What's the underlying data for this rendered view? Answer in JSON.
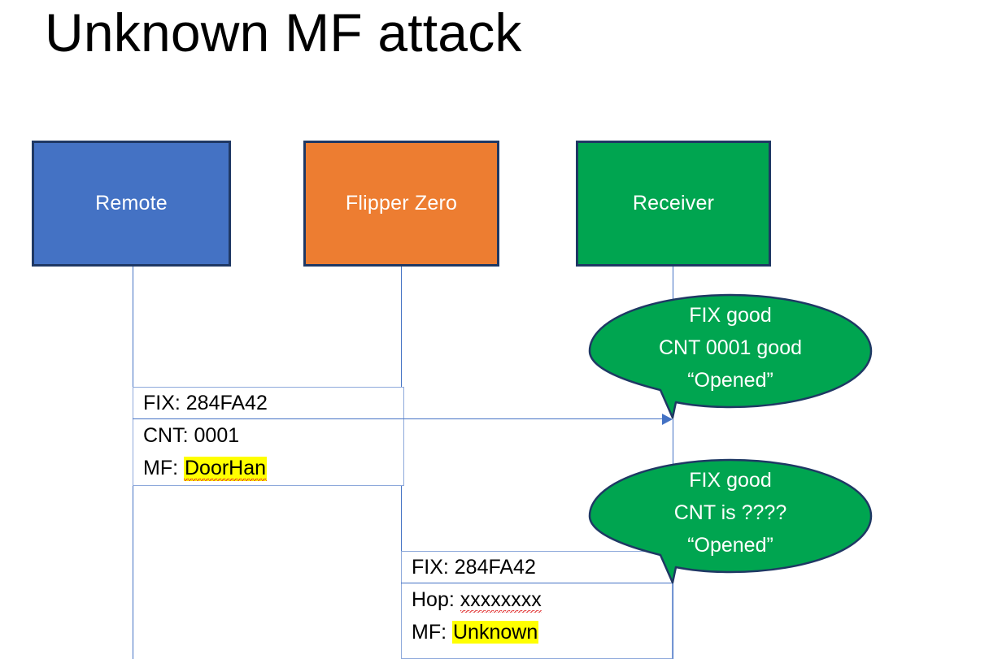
{
  "slide": {
    "title": "Unknown MF attack",
    "background": "#FFFFFF"
  },
  "colors": {
    "remote_fill": "#4472C4",
    "flipper_fill": "#ED7D31",
    "receiver_fill": "#00A550",
    "box_border": "#1F3864",
    "line": "#4472C4",
    "highlight": "#FFFF00",
    "spell_error": "#E03030",
    "text_light": "#FFFFFF",
    "text_dark": "#000000"
  },
  "actors": [
    {
      "id": "remote",
      "label": "Remote"
    },
    {
      "id": "flipper",
      "label": "Flipper Zero"
    },
    {
      "id": "receiver",
      "label": "Receiver"
    }
  ],
  "messages": [
    {
      "id": "msg-remote-to-receiver",
      "from": "remote",
      "to": "receiver",
      "line1": "FIX: 284FA42",
      "line2_label": "CNT:",
      "line2_value": "0001",
      "line3_label": "MF:",
      "line3_value": "DoorHan"
    },
    {
      "id": "msg-flipper-to-receiver",
      "from": "flipper",
      "to": "receiver",
      "line1": "FIX: 284FA42",
      "line2_label": "Hop:",
      "line2_value": "xxxxxxxx",
      "line3_label": "MF:",
      "line3_value": "Unknown"
    }
  ],
  "bubbles": [
    {
      "id": "bubble-first-reception",
      "line1": "FIX good",
      "line2": "CNT 0001 good",
      "line3": "“Opened”"
    },
    {
      "id": "bubble-second-reception",
      "line1": "FIX good",
      "line2": "CNT is ????",
      "line3": "“Opened”"
    }
  ]
}
